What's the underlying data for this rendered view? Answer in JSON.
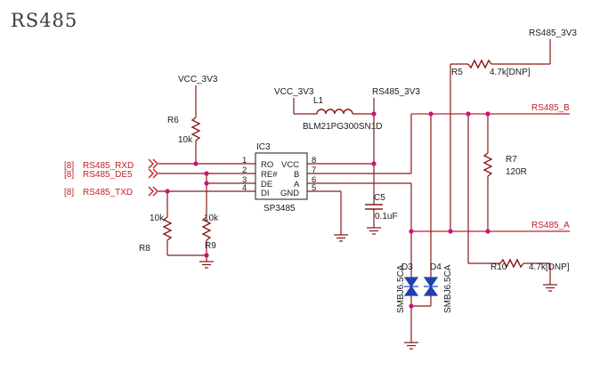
{
  "title": "RS485",
  "nets": {
    "rs485_3v3_top": "RS485_3V3",
    "rs485_3v3_mid": "RS485_3V3",
    "vcc_3v3_r6": "VCC_3V3",
    "vcc_3v3_l1": "VCC_3V3",
    "rs485_b": "RS485_B",
    "rs485_a": "RS485_A"
  },
  "inputs": [
    {
      "ref": "[8]",
      "name": "RS485_RXD"
    },
    {
      "ref": "[8]",
      "name": "RS485_DE5"
    },
    {
      "ref": "[8]",
      "name": "RS485_TXD"
    }
  ],
  "ic": {
    "ref": "IC3",
    "part": "SP3485",
    "left_pins": [
      {
        "num": "1",
        "name": "RO"
      },
      {
        "num": "2",
        "name": "RE#"
      },
      {
        "num": "3",
        "name": "DE"
      },
      {
        "num": "4",
        "name": "DI"
      }
    ],
    "right_pins": [
      {
        "num": "8",
        "name": "VCC"
      },
      {
        "num": "7",
        "name": "B"
      },
      {
        "num": "6",
        "name": "A"
      },
      {
        "num": "5",
        "name": "GND"
      }
    ]
  },
  "components": {
    "r5": {
      "ref": "R5",
      "value": "4.7k[DNP]"
    },
    "r6": {
      "ref": "R6",
      "value": "10k"
    },
    "r7": {
      "ref": "R7",
      "value": "120R"
    },
    "r8": {
      "ref": "R8",
      "value": "10k"
    },
    "r9": {
      "ref": "R9",
      "value": "10k"
    },
    "r10": {
      "ref": "R10",
      "value": "4.7k[DNP]"
    },
    "l1": {
      "ref": "L1",
      "value": "BLM21PG300SN1D"
    },
    "c5": {
      "ref": "C5",
      "value": "0.1uF"
    },
    "d3": {
      "ref": "D3",
      "value": "SMBJ6.5CA"
    },
    "d4": {
      "ref": "D4",
      "value": "SMBJ6.5CA"
    }
  },
  "colors": {
    "wire": "#8b1a1a",
    "net_label": "#c0202a",
    "junction": "#d0107a",
    "diode": "#2040b0"
  }
}
